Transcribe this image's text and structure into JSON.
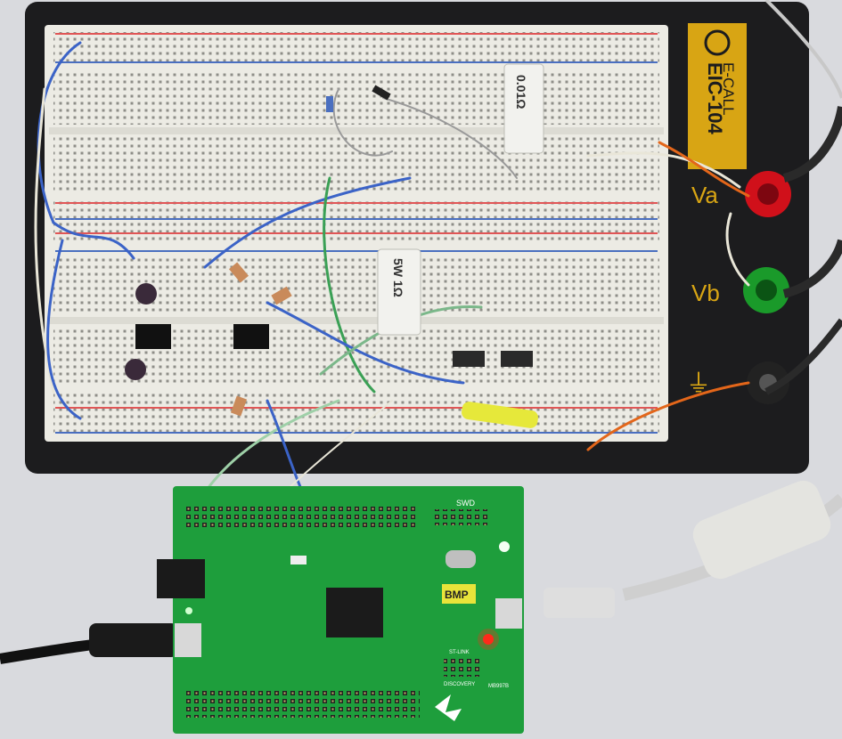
{
  "photo": {
    "breadboard_brand": "E-CALL",
    "breadboard_model": "EIC-104",
    "terminal_a_label": "Va",
    "terminal_b_label": "Vb",
    "resistor_1_marking": "0.01Ω",
    "resistor_2_marking": "5W 1Ω",
    "board_header_label": "SWD",
    "board_chip_badge": "BMP",
    "board_jumper_label": "ST-LINK",
    "board_discovery_label": "DISCOVERY",
    "board_id_label": "MB997B"
  },
  "colors": {
    "background": "#d9dade",
    "breadboard_base": "#1c1c1e",
    "breadboard_body": "#ecebe4",
    "rail_red": "#e05656",
    "rail_blue": "#4a6fc0",
    "pcb_green": "#1e9e3c",
    "terminal_red": "#d0101a",
    "terminal_green": "#1a9a2a",
    "label_yellow": "#d8a514",
    "led_red": "#ff2a1a"
  }
}
